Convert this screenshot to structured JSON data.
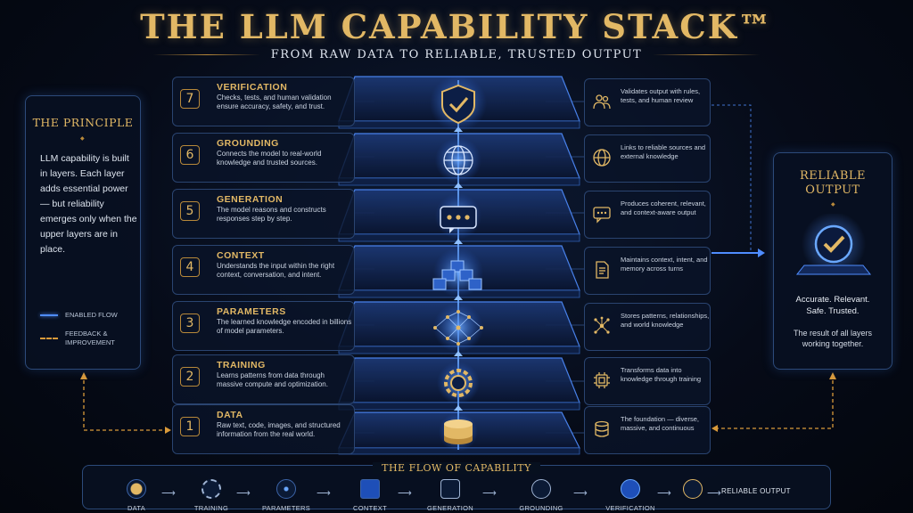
{
  "header": {
    "title": "THE LLM CAPABILITY STACK™",
    "subtitle": "FROM RAW DATA TO RELIABLE, TRUSTED OUTPUT"
  },
  "principle": {
    "title": "THE PRINCIPLE",
    "text": "LLM capability is built in layers. Each layer adds essential power — but reliability emerges only when the upper layers are in place.",
    "legend_enabled": "ENABLED FLOW",
    "legend_feedback_1": "FEEDBACK &",
    "legend_feedback_2": "IMPROVEMENT"
  },
  "layers": [
    {
      "num": "7",
      "title": "VERIFICATION",
      "desc": "Checks, tests, and human validation ensure accuracy, safety, and trust.",
      "right": "Validates output with rules, tests, and human review",
      "icon": "people-icon"
    },
    {
      "num": "6",
      "title": "GROUNDING",
      "desc": "Connects the model to real-world knowledge and trusted sources.",
      "right": "Links to reliable sources and external knowledge",
      "icon": "globe-icon"
    },
    {
      "num": "5",
      "title": "GENERATION",
      "desc": "The model reasons and constructs responses step by step.",
      "right": "Produces coherent, relevant, and context-aware output",
      "icon": "chat-icon"
    },
    {
      "num": "4",
      "title": "CONTEXT",
      "desc": "Understands the input within the right context, conversation, and intent.",
      "right": "Maintains context, intent, and memory across turns",
      "icon": "document-icon"
    },
    {
      "num": "3",
      "title": "PARAMETERS",
      "desc": "The learned knowledge encoded in billions of model parameters.",
      "right": "Stores patterns, relationships, and world knowledge",
      "icon": "network-icon"
    },
    {
      "num": "2",
      "title": "TRAINING",
      "desc": "Learns patterns from data through massive compute and optimization.",
      "right": "Transforms data into knowledge through training",
      "icon": "chip-icon"
    },
    {
      "num": "1",
      "title": "DATA",
      "desc": "Raw text, code, images, and structured information from the real world.",
      "right": "The foundation — diverse, massive, and continuous",
      "icon": "database-icon"
    }
  ],
  "output": {
    "title_1": "RELIABLE",
    "title_2": "OUTPUT",
    "line1": "Accurate. Relevant.",
    "line2": "Safe. Trusted.",
    "line3": "The result of all layers",
    "line4": "working together."
  },
  "flow": {
    "title": "THE FLOW OF CAPABILITY",
    "steps": [
      "DATA",
      "TRAINING",
      "PARAMETERS",
      "CONTEXT",
      "GENERATION",
      "GROUNDING",
      "VERIFICATION"
    ],
    "end": "RELIABLE OUTPUT"
  },
  "colors": {
    "gold": "#e2b865",
    "blue_glow": "#4f8dff",
    "feedback": "#d99a3a",
    "background": "#060b18"
  }
}
